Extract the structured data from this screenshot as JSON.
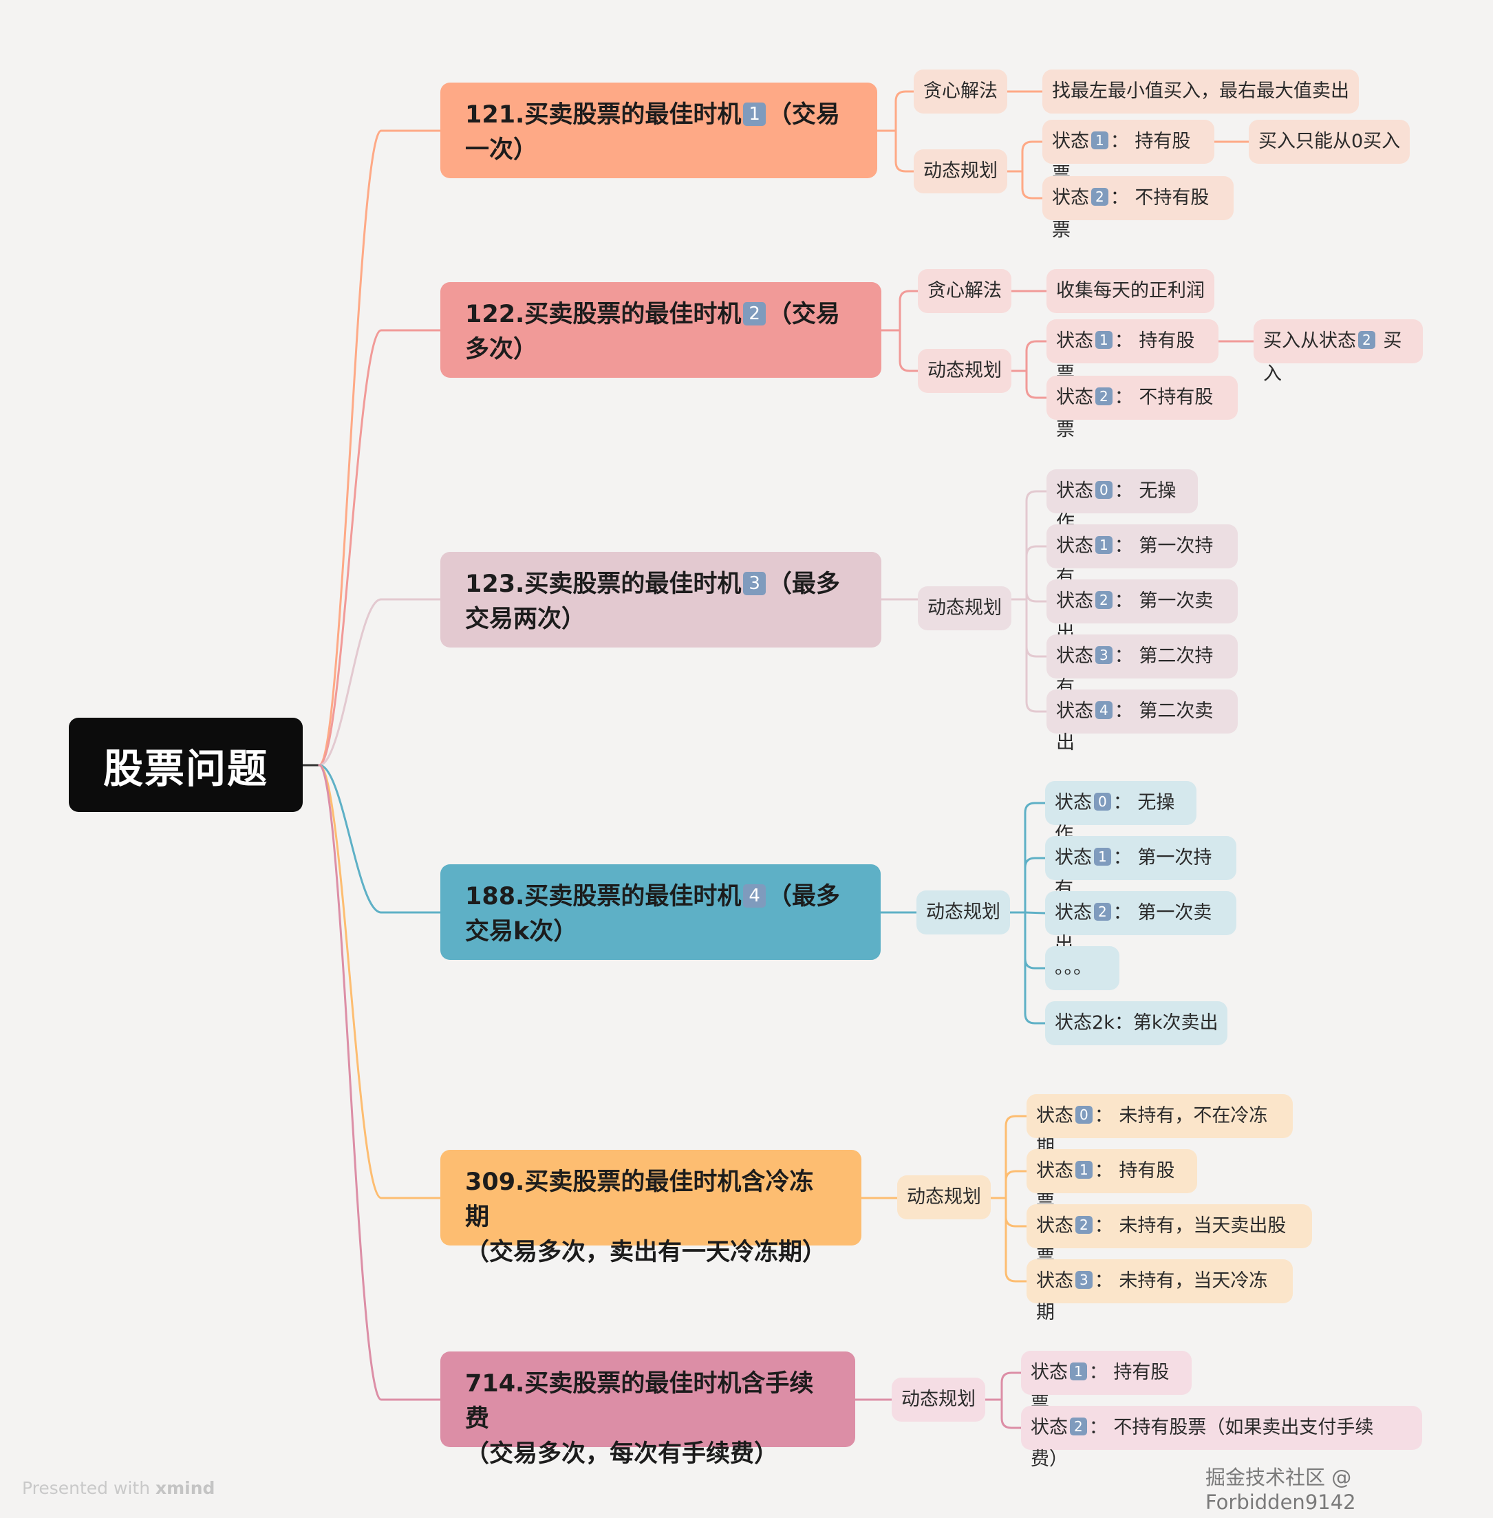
{
  "root": {
    "label": "股票问题"
  },
  "colors": {
    "b1": "#fea986",
    "b2": "#f19a98",
    "b3": "#e3c9d0",
    "b4": "#5eb0c6",
    "b5": "#fdbd71",
    "b6": "#dc8ea6"
  },
  "branches": [
    {
      "line1": "121.买卖股票的最佳时机",
      "badge": "1",
      "line1_suffix": "（交易",
      "line2": "一次）",
      "greedy_label": "贪心解法",
      "greedy_text": "找最左最小值买入，最右最大值卖出",
      "dp_label": "动态规划",
      "states": [
        {
          "prefix": "状态",
          "num": "1",
          "text": "：  持有股",
          "tail": "票"
        },
        {
          "prefix": "状态",
          "num": "2",
          "text": "：  不持有股",
          "tail": "票"
        }
      ],
      "note": "买入只能从0买入"
    },
    {
      "line1": "122.买卖股票的最佳时机",
      "badge": "2",
      "line1_suffix": "（交易",
      "line2": "多次）",
      "greedy_label": "贪心解法",
      "greedy_text": "收集每天的正利润",
      "dp_label": "动态规划",
      "states": [
        {
          "prefix": "状态",
          "num": "1",
          "text": "：  持有股",
          "tail": "票"
        },
        {
          "prefix": "状态",
          "num": "2",
          "text": "：  不持有股",
          "tail": "票"
        }
      ],
      "note_prefix": "买入从状态",
      "note_num": "2",
      "note_suffix": " 买",
      "note_tail": "入"
    },
    {
      "line1": "123.买卖股票的最佳时机",
      "badge": "3",
      "line1_suffix": "（最多",
      "line2": "交易两次）",
      "dp_label": "动态规划",
      "states": [
        {
          "prefix": "状态",
          "num": "0",
          "text": "：  无操",
          "tail": "作"
        },
        {
          "prefix": "状态",
          "num": "1",
          "text": "：  第一次持",
          "tail": "有"
        },
        {
          "prefix": "状态",
          "num": "2",
          "text": "：  第一次卖",
          "tail": "出"
        },
        {
          "prefix": "状态",
          "num": "3",
          "text": "：  第二次持",
          "tail": "有"
        },
        {
          "prefix": "状态",
          "num": "4",
          "text": "：  第二次卖",
          "tail": "出"
        }
      ]
    },
    {
      "line1": "188.买卖股票的最佳时机",
      "badge": "4",
      "line1_suffix": "（最多",
      "line2": "交易k次）",
      "dp_label": "动态规划",
      "states": [
        {
          "prefix": "状态",
          "num": "0",
          "text": "：  无操",
          "tail": "作"
        },
        {
          "prefix": "状态",
          "num": "1",
          "text": "：  第一次持",
          "tail": "有"
        },
        {
          "prefix": "状态",
          "num": "2",
          "text": "：  第一次卖",
          "tail": "出"
        }
      ],
      "ellipsis": "。。。",
      "last_state": "状态2k：第k次卖出"
    },
    {
      "line1": "309.买卖股票的最佳时机含冷冻期",
      "line2": "（交易多次，卖出有一天冷冻期）",
      "dp_label": "动态规划",
      "states": [
        {
          "prefix": "状态",
          "num": "0",
          "text": "：  未持有，不在冷冻",
          "tail": "期"
        },
        {
          "prefix": "状态",
          "num": "1",
          "text": "：  持有股",
          "tail": "票"
        },
        {
          "prefix": "状态",
          "num": "2",
          "text": "：  未持有，当天卖出股",
          "tail": "票"
        },
        {
          "prefix": "状态",
          "num": "3",
          "text": "：  未持有，当天冷冻",
          "tail": "期"
        }
      ]
    },
    {
      "line1": "714.买卖股票的最佳时机含手续费",
      "line2": "（交易多次，每次有手续费）",
      "dp_label": "动态规划",
      "states": [
        {
          "prefix": "状态",
          "num": "1",
          "text": "：  持有股",
          "tail": "票"
        },
        {
          "prefix": "状态",
          "num": "2",
          "text": "：  不持有股票（如果卖出支付手续",
          "tail": "费）"
        }
      ]
    }
  ],
  "footer": {
    "prefix": "Presented with ",
    "brand": "xmind"
  },
  "watermark": "掘金技术社区 @ Forbidden9142"
}
